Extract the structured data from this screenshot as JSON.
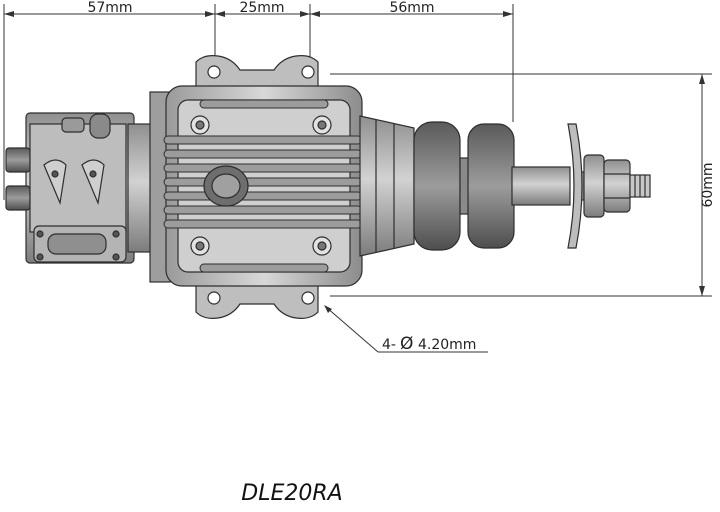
{
  "dimensions": {
    "top_left": "57mm",
    "top_middle": "25mm",
    "top_right": "56mm",
    "height": "60mm",
    "holes": "4-",
    "hole_symbol": "Ø",
    "hole_diameter": "4.20mm"
  },
  "model": "DLE20RA",
  "colors": {
    "line": "#333333",
    "metal_dark": "#7a7a7a",
    "metal_mid": "#a9a9a9",
    "metal_light": "#d6d6d6"
  }
}
